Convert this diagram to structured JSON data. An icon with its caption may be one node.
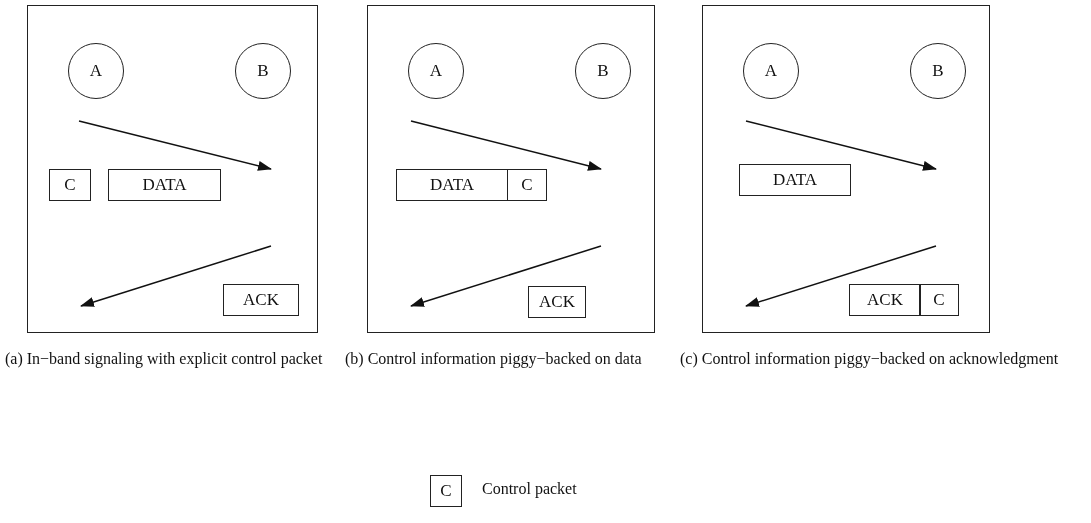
{
  "diagram": {
    "nodes": [
      {
        "text": [],
        "shape": "box",
        "beside": [
          "(a) In−band signaling with explicit control packet"
        ]
      },
      {
        "text": [
          "A"
        ],
        "in": 0
      },
      {
        "text": [
          "B"
        ],
        "in": 0
      },
      {
        "text": [
          "C"
        ],
        "in": 0
      },
      {
        "text": [
          "DATA"
        ],
        "in": 0
      },
      {
        "text": [
          "ACK"
        ],
        "in": 0
      },
      {
        "text": [],
        "shape": "box",
        "beside": [
          "(b) Control information piggy−backed on data"
        ]
      },
      {
        "text": [
          "A"
        ],
        "in": 6
      },
      {
        "text": [
          "B"
        ],
        "in": 6
      },
      {
        "text": [
          "DATA"
        ],
        "in": 6
      },
      {
        "text": [
          "C"
        ],
        "in": 6
      },
      {
        "text": [
          "ACK"
        ],
        "in": 6
      },
      {
        "text": [],
        "shape": "box",
        "beside": [
          "(c) Control information piggy−backed on acknowledgment"
        ]
      },
      {
        "text": [
          "A"
        ],
        "in": 12
      },
      {
        "text": [
          "B"
        ],
        "in": 12
      },
      {
        "text": [
          "DATA"
        ],
        "in": 12
      },
      {
        "text": [
          "ACK"
        ],
        "in": 12
      },
      {
        "text": [
          "C"
        ],
        "in": 12
      },
      {
        "text": [
          "C"
        ],
        "beside": [
          "Control packet"
        ]
      }
    ]
  }
}
